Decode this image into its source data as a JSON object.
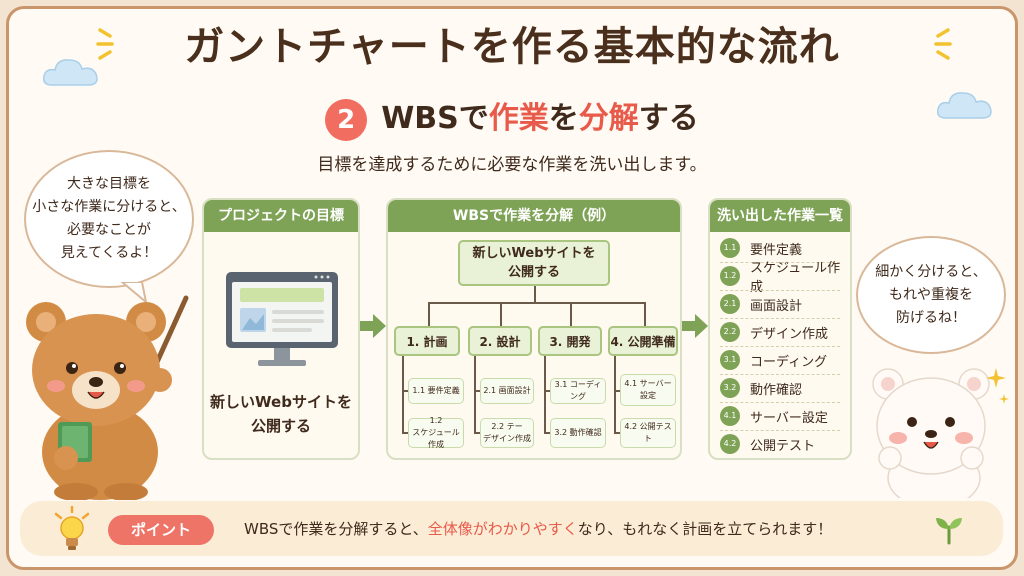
{
  "title": "ガントチャートを作る基本的な流れ",
  "step": {
    "number": "2",
    "heading_prefix": "WBSで",
    "heading_accent1": "作業",
    "heading_middle": "を",
    "heading_accent2": "分解",
    "heading_suffix": "する",
    "subtitle": "目標を達成するために必要な作業を洗い出します。"
  },
  "left_bubble": {
    "lines": [
      "大きな目標を",
      "小さな作業に分けると、",
      "必要なことが",
      "見えてくるよ！"
    ]
  },
  "right_bubble": {
    "lines": [
      "細かく分けると、",
      "もれや重複を",
      "防げるね！"
    ]
  },
  "goal_panel": {
    "header": "プロジェクトの目標",
    "goal_lines": [
      "新しいWebサイトを",
      "公開する"
    ]
  },
  "wbs_panel": {
    "header": "WBSで作業を分解（例）",
    "root_lines": [
      "新しいWebサイトを",
      "公開する"
    ],
    "branches": [
      {
        "label": "1. 計画",
        "tasks": [
          [
            "1.1 要件定義"
          ],
          [
            "1.2",
            "スケジュール作成"
          ]
        ]
      },
      {
        "label": "2. 設計",
        "tasks": [
          [
            "2.1 画面設計"
          ],
          [
            "2.2 テー",
            "デザイン作成"
          ]
        ]
      },
      {
        "label": "3. 開発",
        "tasks": [
          [
            "3.1 コーディング"
          ],
          [
            "3.2 動作確認"
          ]
        ]
      },
      {
        "label": "4. 公開準備",
        "tasks": [
          [
            "4.1 サーバー",
            "設定"
          ],
          [
            "4.2 公開テスト"
          ]
        ]
      }
    ]
  },
  "list_panel": {
    "header": "洗い出した作業一覧",
    "items": [
      {
        "num": "1.1",
        "label": "要件定義"
      },
      {
        "num": "1.2",
        "label": "スケジュール作成"
      },
      {
        "num": "2.1",
        "label": "画面設計"
      },
      {
        "num": "2.2",
        "label": "デザイン作成"
      },
      {
        "num": "3.1",
        "label": "コーディング"
      },
      {
        "num": "3.2",
        "label": "動作確認"
      },
      {
        "num": "4.1",
        "label": "サーバー設定"
      },
      {
        "num": "4.2",
        "label": "公開テスト"
      }
    ]
  },
  "point": {
    "badge": "ポイント",
    "text_before": "WBSで作業を分解すると、",
    "text_accent": "全体像がわかりやすく",
    "text_after": "なり、もれなく計画を立てられます！"
  },
  "colors": {
    "accent_red": "#e85a4a",
    "header_green": "#7fa356",
    "node_green": "#e9f2d6",
    "background_cream": "#fffbf4"
  },
  "icons": [
    "sparkle-icon",
    "cloud-icon",
    "bear-character",
    "polar-bear-character",
    "computer-monitor-icon",
    "arrow-right-icon",
    "light-bulb-icon",
    "sprout-icon"
  ]
}
